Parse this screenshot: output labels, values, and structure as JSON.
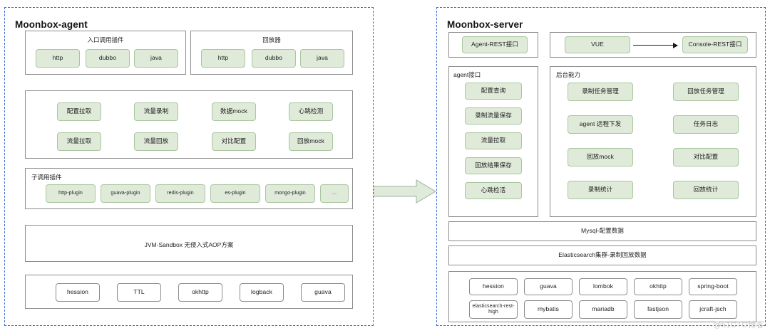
{
  "watermark": "@51CTO博客",
  "colors": {
    "panel_border": "#3f6fd1",
    "group_border": "#8c8c8c",
    "chip_green_fill": "#dfead9",
    "chip_green_border": "#a9c6a0",
    "chip_white_fill": "#ffffff",
    "arrow": "#1a1a1a"
  },
  "agent": {
    "title": "Moonbox-agent",
    "entry_plugins": {
      "label": "入口调用插件",
      "items": [
        "http",
        "dubbo",
        "java"
      ]
    },
    "replayer": {
      "label": "回放器",
      "items": [
        "http",
        "dubbo",
        "java"
      ]
    },
    "capabilities": {
      "row1": [
        "配置拉取",
        "流量录制",
        "数据mock",
        "心跳检测"
      ],
      "row2": [
        "流量拉取",
        "流量回放",
        "对比配置",
        "回放mock"
      ]
    },
    "sub_plugins": {
      "label": "子调用插件",
      "items": [
        "http-plugin",
        "guava-plugin",
        "redis-plugin",
        "es-plugin",
        "mongo-plugin",
        "..."
      ]
    },
    "sandbox": {
      "label": "JVM-Sandbox  无侵入式AOP方案"
    },
    "libraries": [
      "hession",
      "TTL",
      "okhttp",
      "logback",
      "guava"
    ]
  },
  "arrow": {
    "name": "agent-to-server-arrow"
  },
  "server": {
    "title": "Moonbox-server",
    "agent_rest": "Agent-REST接口",
    "console": {
      "vue": "VUE",
      "console_rest": "Console-REST接口"
    },
    "agent_api": {
      "label": "agent接口",
      "items": [
        "配置查询",
        "录制流量保存",
        "流量拉取",
        "回放结果保存",
        "心跳检活"
      ]
    },
    "backend": {
      "label": "后台能力",
      "left": [
        "录制任务管理",
        "agent 远程下发",
        "回放mock",
        "录制统计"
      ],
      "right": [
        "回放任务管理",
        "任务日志",
        "对比配置",
        "回放统计"
      ]
    },
    "storage": [
      "Mysql-配置数据",
      "Elasticsearch集群-录制回放数据"
    ],
    "libraries_row1": [
      "hession",
      "guava",
      "lombok",
      "okhttp",
      "spring-boot"
    ],
    "libraries_row2": [
      "elasticsearch-rest-high",
      "mybatis",
      "mariadb",
      "fastjson",
      "jcraft-jsch"
    ]
  }
}
